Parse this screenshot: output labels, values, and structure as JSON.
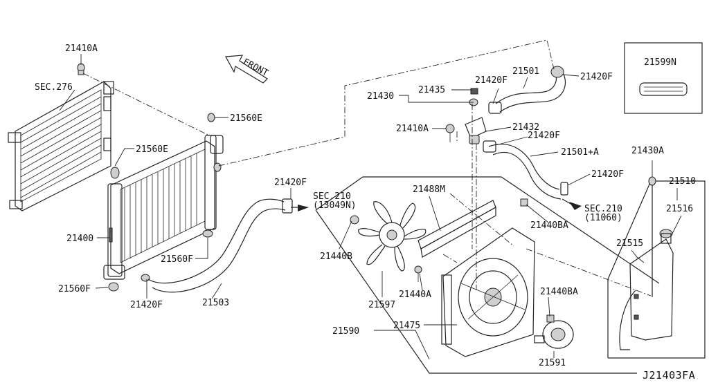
{
  "diagram": {
    "code": "J21403FA",
    "direction_label": "FRONT",
    "labels": {
      "p21410A_top": "21410A",
      "sec276": "SEC.276",
      "p21560E_a": "21560E",
      "p21560E_b": "21560E",
      "p21400": "21400",
      "p21560F_a": "21560F",
      "p21560F_b": "21560F",
      "p21420F_bl": "21420F",
      "p21503": "21503",
      "p21420F_mid": "21420F",
      "sec210_a": "SEC.210",
      "sec210_a_ref": "(13049N)",
      "p21430": "21430",
      "p21435": "21435",
      "p21420F_t1": "21420F",
      "p21501": "21501",
      "p21420F_t2": "21420F",
      "p21410A_mid": "21410A",
      "p21432": "21432",
      "p21420F_t3": "21420F",
      "p21501A": "21501+A",
      "p21420F_t4": "21420F",
      "sec210_b": "SEC.210",
      "sec210_b_ref": "(11060)",
      "p21599N": "21599N",
      "p21430A": "21430A",
      "p21510": "21510",
      "p21516": "21516",
      "p21515": "21515",
      "p21488M": "21488M",
      "p21440BA_a": "21440BA",
      "p21440B": "21440B",
      "p21440A": "21440A",
      "p21597": "21597",
      "p21440BA_b": "21440BA",
      "p21475": "21475",
      "p21590": "21590",
      "p21591": "21591"
    }
  }
}
